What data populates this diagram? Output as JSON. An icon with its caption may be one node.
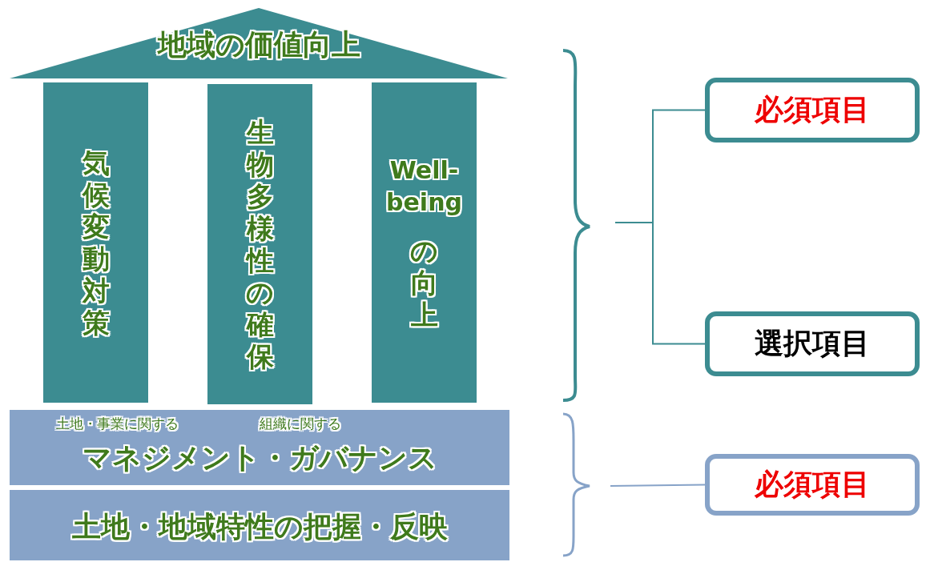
{
  "diagram": {
    "nodes": [
      {
        "text": [
          "地域の価値向上"
        ]
      },
      {
        "text": [
          "気候変動対策"
        ]
      },
      {
        "text": [
          "生物多様性の確保"
        ]
      },
      {
        "text": [
          "Well-being",
          "の向上"
        ]
      },
      {
        "text": [
          "土地・事業に関する",
          "組織に関する",
          "マネジメント・ガバナンス"
        ]
      },
      {
        "text": [
          "土地・地域特性の把握・反映"
        ]
      },
      {
        "text": [
          "必須項目"
        ]
      },
      {
        "text": [
          "選択項目"
        ]
      },
      {
        "text": [
          "必須項目"
        ]
      }
    ],
    "edges": [
      {
        "from": null,
        "to": 6,
        "arrow": "none"
      },
      {
        "from": null,
        "to": 7,
        "arrow": "none"
      },
      {
        "from": null,
        "to": 8,
        "arrow": "none",
        "color": "#87a3c8"
      }
    ]
  }
}
